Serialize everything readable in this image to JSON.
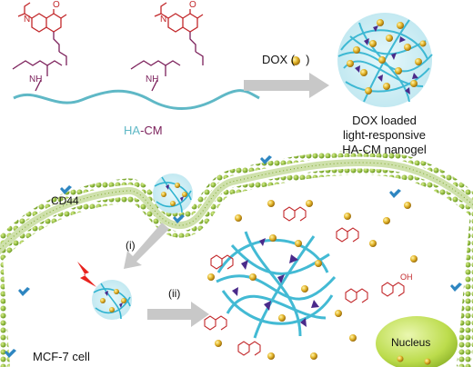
{
  "molecule": {
    "nh_label": "NH",
    "o_label": "O",
    "n_label": "N",
    "ha_label": "HA",
    "dash": "-",
    "cm_label": "CM",
    "oh_label": "OH"
  },
  "arrow_top": {
    "label_pre": "DOX (",
    "label_post": ")"
  },
  "nanogel_caption": {
    "line1": "DOX loaded",
    "line2": "light-responsive",
    "line3": "HA-CM nanogel"
  },
  "cell": {
    "receptor_label": "CD44",
    "step1": "(i)",
    "step2": "(ii)",
    "cell_label": "MCF-7 cell",
    "nucleus_label": "Nucleus"
  },
  "colors": {
    "red_dye": "#c2282b",
    "purple_linker": "#7b1f5a",
    "ha_chain": "#5fb8c6",
    "membrane": "#7da42c",
    "gold": "#d6a21a",
    "arrow": "#c8c8c8",
    "nucleus": "#b8db4a"
  }
}
